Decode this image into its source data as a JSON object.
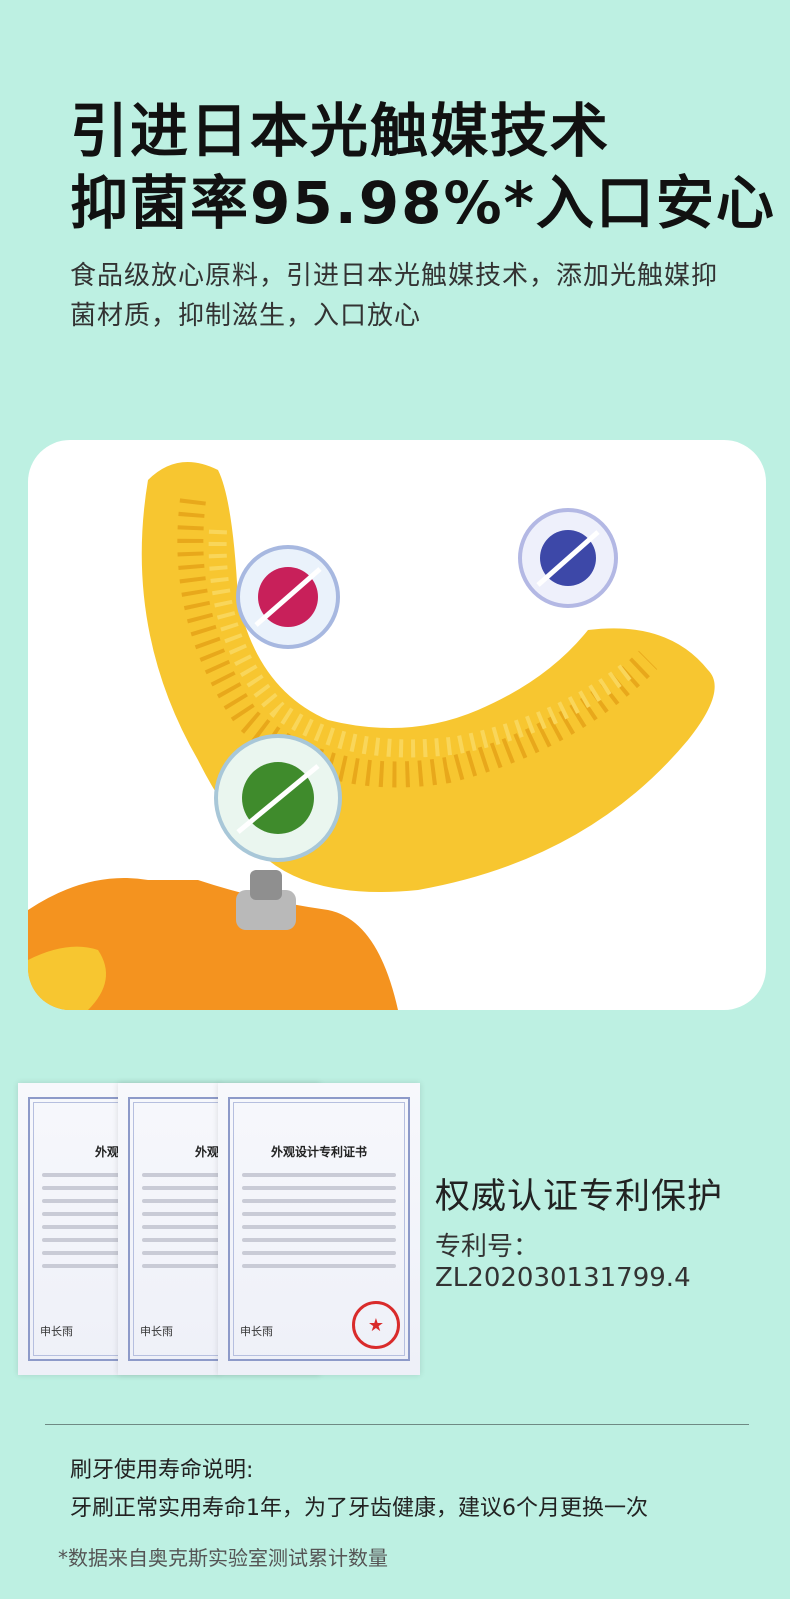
{
  "headline": {
    "line1": "引进日本光触媒技术",
    "line2": "抑菌率95.98%*入口安心"
  },
  "subtext": "食品级放心原料，引进日本光触媒技术，添加光触媒抑菌材质，抑制滋生，入口放心",
  "certificates": {
    "doc_title": "外观设计专利证书",
    "doc_title_short": "外观设计",
    "signature": "申长雨",
    "label": "权威认证专利保护",
    "patent_number": "专利号：ZL202030131799.4"
  },
  "lifespan": {
    "title": "刷牙使用寿命说明:",
    "text": "牙刷正常实用寿命1年，为了牙齿健康，建议6个月更换一次"
  },
  "footnote": "*数据来自奥克斯实验室测试累计数量",
  "colors": {
    "background": "#bdf0e2",
    "brush_yellow": "#f7c630",
    "base_orange": "#f4931f",
    "germ_red": "#c8205a",
    "germ_green": "#3f8b2c",
    "germ_blue": "#3d48a8"
  },
  "icons": [
    "germ-icon",
    "germ-icon",
    "germ-icon",
    "stamp-icon"
  ]
}
